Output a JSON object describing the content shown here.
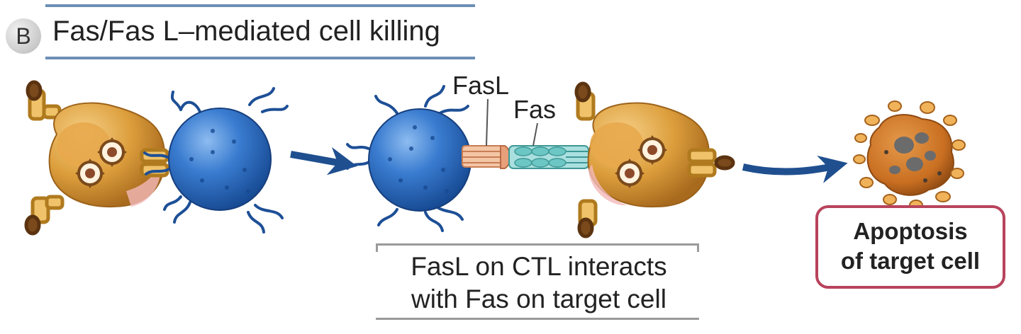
{
  "panel": {
    "letter": "B",
    "title": "Fas/Fas L–mediated cell killing"
  },
  "labels": {
    "fasl": "FasL",
    "fas": "Fas"
  },
  "caption": {
    "line1": "FasL on CTL interacts",
    "line2": "with Fas on target cell"
  },
  "outcome": {
    "line1": "Apoptosis",
    "line2": "of target cell"
  },
  "colors": {
    "title_rule": "#6d8fb6",
    "arrow": "#1f4f8f",
    "ctl_cell": "#2f6fc0",
    "target_cell": "#d99a3a",
    "fas_receptor": "#57b7b5",
    "fasl_ligand": "#e8a07a",
    "outcome_border": "#b8435c"
  }
}
